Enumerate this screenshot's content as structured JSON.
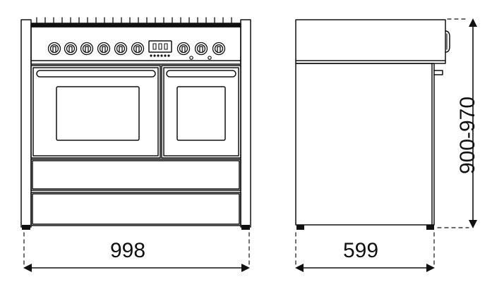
{
  "dimensions": {
    "width": "998",
    "depth": "599",
    "height": "900-970"
  }
}
